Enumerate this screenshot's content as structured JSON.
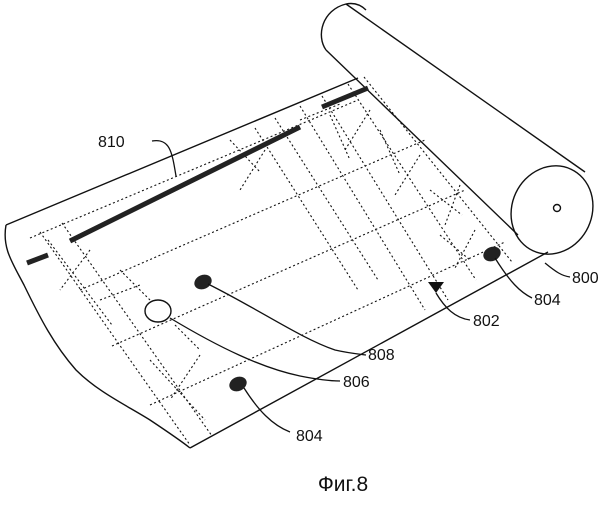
{
  "labels": {
    "ref_810": "810",
    "ref_800": "800",
    "ref_804_upper": "804",
    "ref_802": "802",
    "ref_808": "808",
    "ref_806": "806",
    "ref_804_lower": "804"
  },
  "caption": "Фиг.8"
}
